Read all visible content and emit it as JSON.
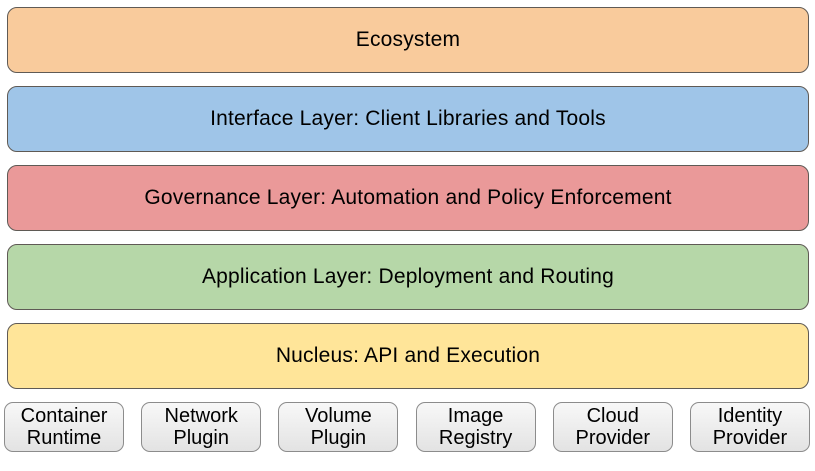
{
  "diagram": {
    "border_color": "#5f5a55",
    "component_border_color": "#8c8c8c",
    "layers": [
      {
        "label": "Ecosystem",
        "color": "#F9CB9C"
      },
      {
        "label": "Interface Layer: Client Libraries and Tools",
        "color": "#9FC5E8"
      },
      {
        "label": "Governance Layer: Automation and Policy Enforcement",
        "color": "#EA9999"
      },
      {
        "label": "Application Layer: Deployment and Routing",
        "color": "#B6D7A8"
      },
      {
        "label": "Nucleus: API and Execution",
        "color": "#FFE599"
      }
    ],
    "components": [
      {
        "label": "Container Runtime",
        "color": "#EFEFEF"
      },
      {
        "label": "Network Plugin",
        "color": "#EFEFEF"
      },
      {
        "label": "Volume Plugin",
        "color": "#EFEFEF"
      },
      {
        "label": "Image Registry",
        "color": "#EFEFEF"
      },
      {
        "label": "Cloud Provider",
        "color": "#EFEFEF"
      },
      {
        "label": "Identity Provider",
        "color": "#EFEFEF"
      }
    ]
  }
}
